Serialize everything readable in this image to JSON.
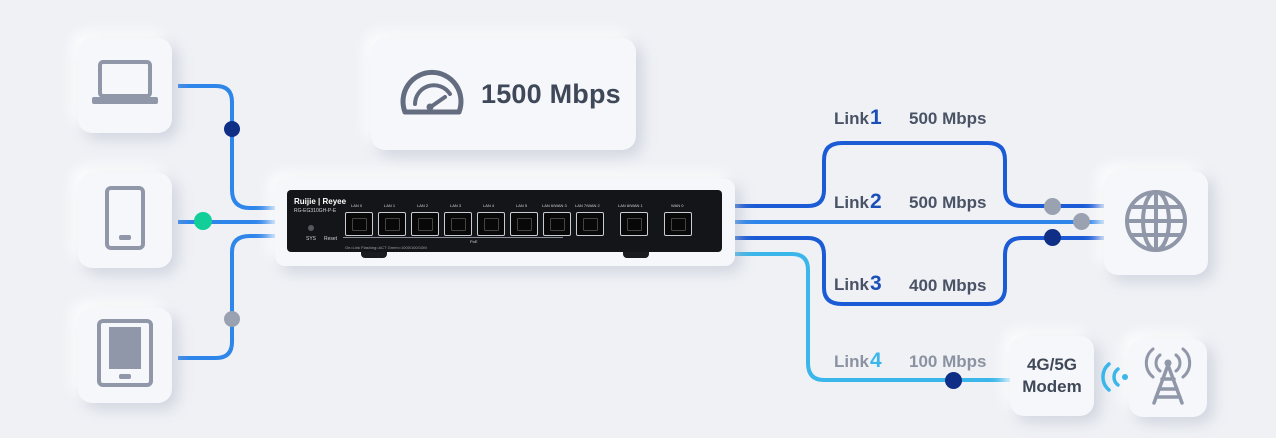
{
  "throughput": {
    "value": "1500 Mbps"
  },
  "router": {
    "brand": "Ruijie | Reyee",
    "model": "RG-EG310GH-P-E",
    "ports": [
      "LAN 0",
      "LAN 1",
      "LAN 2",
      "LAN 3",
      "LAN 4",
      "LAN 5",
      "LAN 6/WAN 3",
      "LAN 7/WAN 2",
      "LAN 8/WAN 1",
      "WAN 0"
    ],
    "sys_label": "SYS",
    "reset_label": "Reset",
    "legend": "On=Link  Flashing=ACT  Green=1000/100/10M",
    "poe_label": "PoE"
  },
  "links": [
    {
      "word": "Link",
      "number": "1",
      "speed": "500 Mbps"
    },
    {
      "word": "Link",
      "number": "2",
      "speed": "500 Mbps"
    },
    {
      "word": "Link",
      "number": "3",
      "speed": "400 Mbps"
    },
    {
      "word": "Link",
      "number": "4",
      "speed": "100 Mbps"
    }
  ],
  "modem": {
    "line1": "4G/5G",
    "line2": "Modem"
  },
  "devices": [
    {
      "icon": "laptop-icon"
    },
    {
      "icon": "phone-icon"
    },
    {
      "icon": "tablet-icon"
    }
  ],
  "colors": {
    "wire_left": "#2f86ea",
    "wire_dark": "#1b5bd6",
    "wire_cyan": "#3bb6ea",
    "dot_navy": "#0f2f86",
    "dot_grey": "#9aa2b1",
    "dot_green": "#12cf9a",
    "link_label": "#4a5366",
    "link_number": "#1b4fb8",
    "link4_text": "#8b93a2",
    "link4_number": "#3bb6ea",
    "icon_grey": "#8f97a8"
  }
}
